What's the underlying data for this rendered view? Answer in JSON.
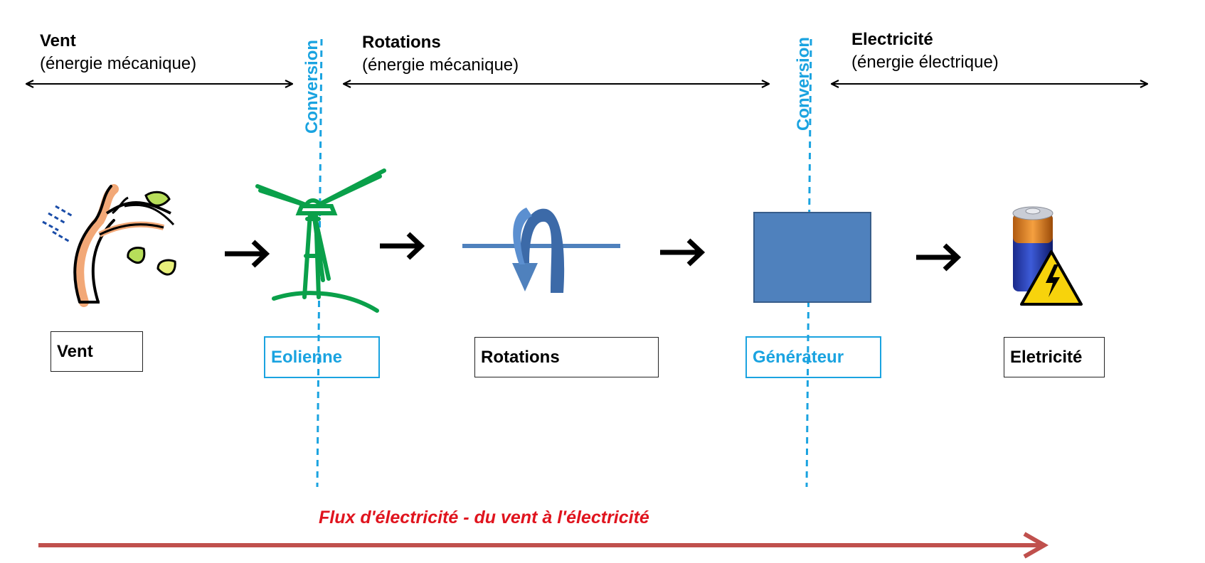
{
  "stages": [
    {
      "title": "Vent",
      "subtitle": "(énergie mécanique)"
    },
    {
      "title": "Rotations",
      "subtitle": "(énergie mécanique)"
    },
    {
      "title": "Electricité",
      "subtitle": "(énergie électrique)"
    }
  ],
  "conversion_label": "Conversion",
  "boxes": {
    "vent": "Vent",
    "eolienne": "Eolienne",
    "rotations": "Rotations",
    "generateur": "Générateur",
    "electricite": "Eletricité"
  },
  "flux_caption": "Flux d'électricité - du vent à l'électricité",
  "icons": [
    "tree-wind-icon",
    "wind-turbine-icon",
    "rotation-arrow-icon",
    "generator-block",
    "battery-warning-icon"
  ],
  "colors": {
    "conversion_blue": "#1aa3e0",
    "turbine_green": "#0aa04a",
    "rotation_blue": "#4f81bd",
    "generator_fill": "#4f81bd",
    "flux_red": "#e0141e",
    "flux_arrow": "#c0504d"
  }
}
